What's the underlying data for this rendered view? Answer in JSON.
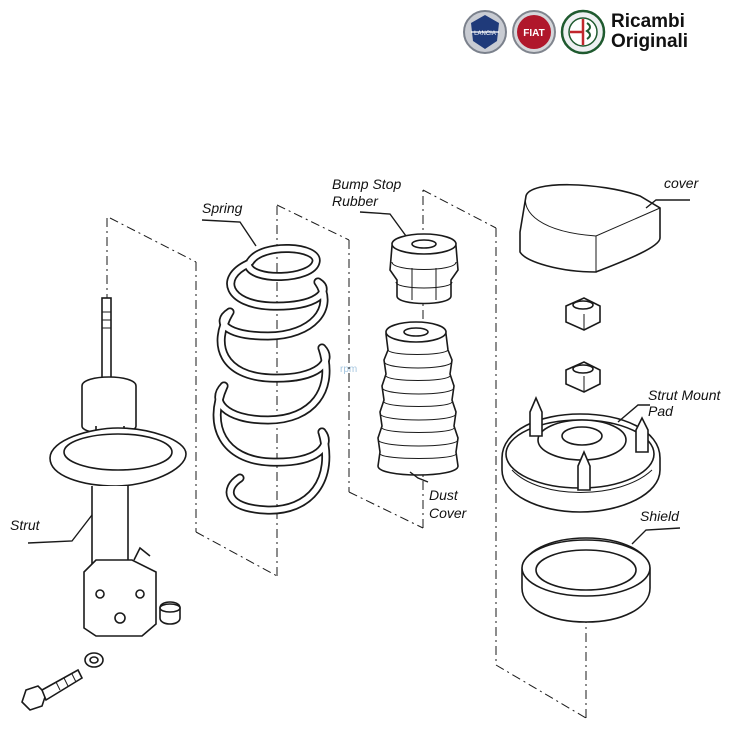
{
  "brand": {
    "logos": [
      {
        "name": "LANCIA",
        "color": "#1f3a7a"
      },
      {
        "name": "FIAT",
        "color": "#b0172b"
      },
      {
        "name": "ALFA ROMEO",
        "color": "#1f5a2f"
      }
    ],
    "line1": "Ricambi",
    "line2": "Originali"
  },
  "labels": {
    "spring": "Spring",
    "bump_stop_1": "Bump Stop",
    "bump_stop_2": "Rubber",
    "cover": "cover",
    "strut_mount_1": "Strut Mount",
    "strut_mount_2": "Pad",
    "dust_cover_1": "Dust",
    "dust_cover_2": "Cover",
    "shield": "Shield",
    "strut": "Strut"
  },
  "watermark": "rpm"
}
